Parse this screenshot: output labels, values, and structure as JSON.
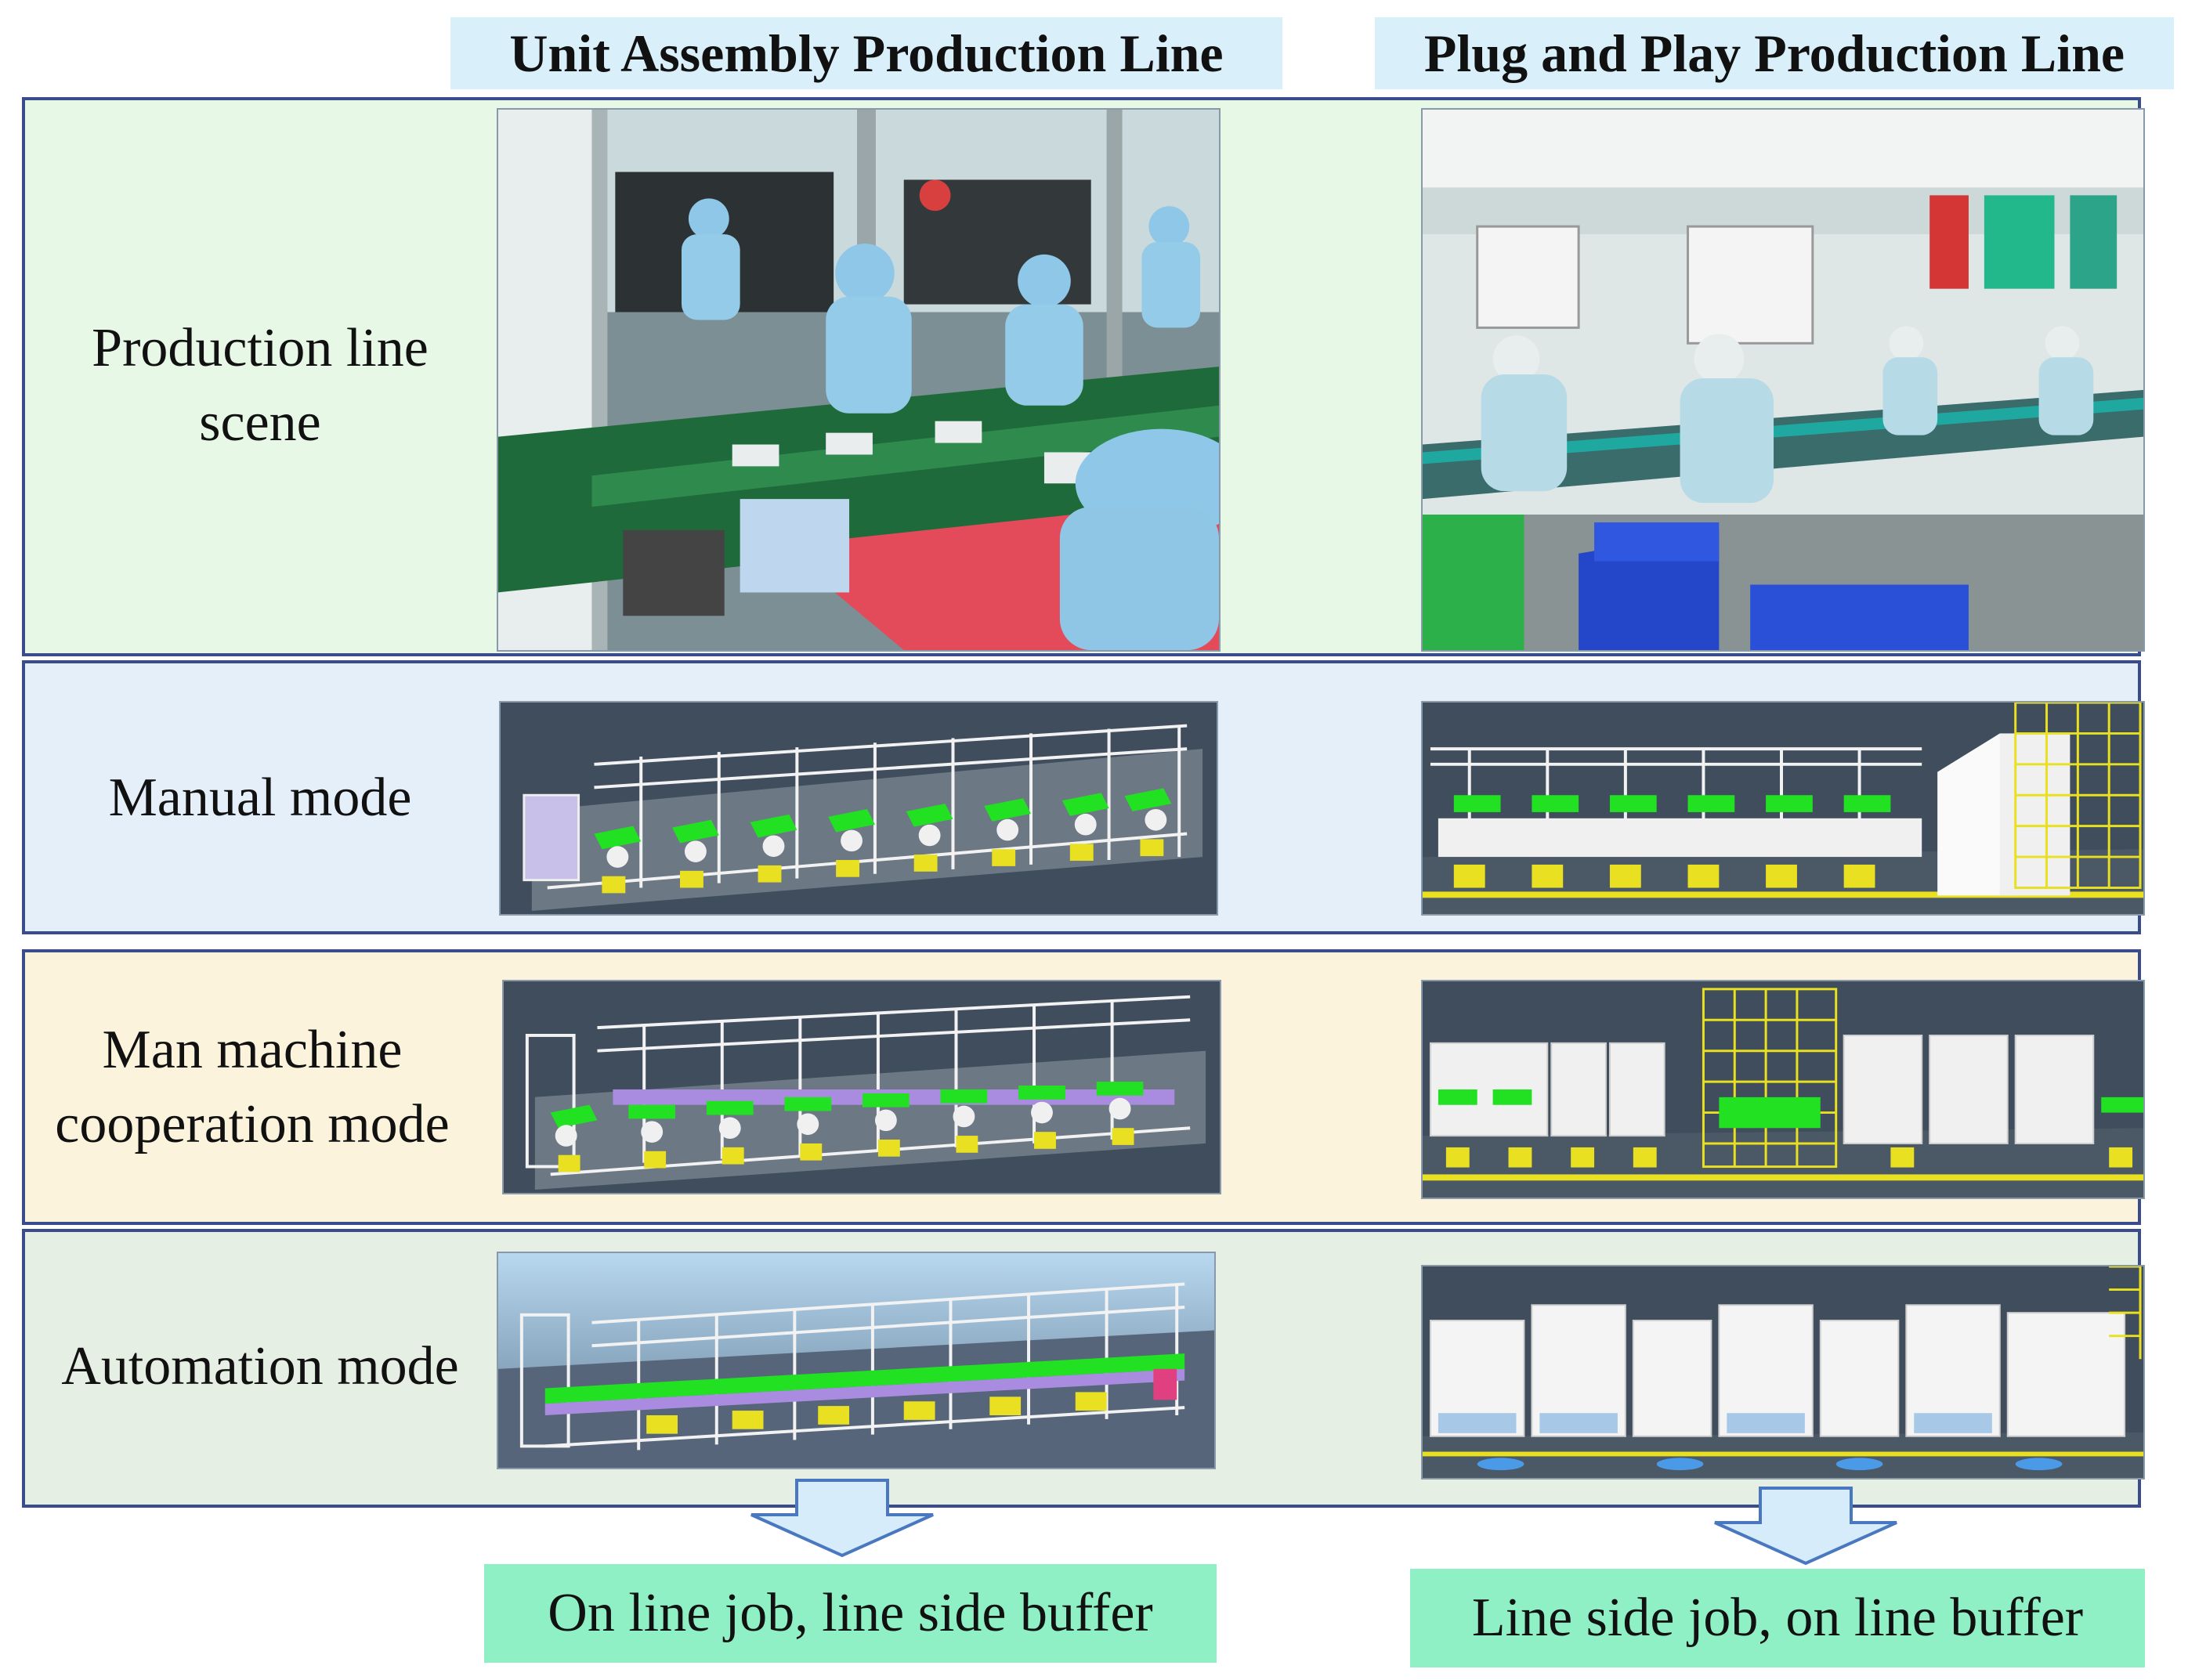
{
  "headers": {
    "left": "Unit Assembly Production Line",
    "right": "Plug and Play Production Line"
  },
  "rows": [
    {
      "label_line1": "Production line",
      "label_line2": "scene",
      "bg": "#e7f8e7"
    },
    {
      "label_line1": "Manual mode",
      "label_line2": "",
      "bg": "#e4effa"
    },
    {
      "label_line1": "Man machine",
      "label_line2": "cooperation mode",
      "bg": "#fcf3dc"
    },
    {
      "label_line1": "Automation mode",
      "label_line2": "",
      "bg": "#e6efe3"
    }
  ],
  "results": {
    "left": "On line job, line side buffer",
    "right": "Line side job, on line buffer"
  },
  "colors": {
    "header_bg": "#d9f0fb",
    "row_border": "#3a4c8c",
    "arrow_fill": "#d6ecfb",
    "arrow_stroke": "#4a78c0",
    "result_bg": "#8ef0c4",
    "render_bg": "#3f4d5c",
    "workstation_green": "#22e022",
    "frame_white": "#f4f4f4",
    "fixture_yellow": "#e8e020"
  }
}
